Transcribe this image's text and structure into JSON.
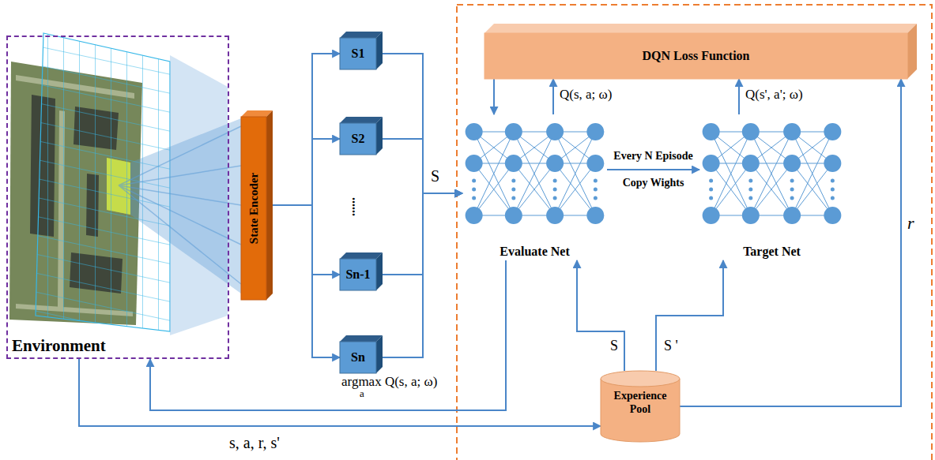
{
  "diagram": {
    "nodes": [
      {
        "text": [
          "Environment"
        ]
      },
      {
        "text": [
          "State Encoder"
        ]
      },
      {
        "text": [
          "S1"
        ]
      },
      {
        "text": [
          "S2"
        ]
      },
      {
        "text": [
          "Sn-1"
        ]
      },
      {
        "text": [
          "Sn"
        ]
      },
      {
        "text": [
          "DQN Loss Function"
        ]
      },
      {
        "text": [
          "Evaluate Net"
        ]
      },
      {
        "text": [
          "Target Net"
        ]
      },
      {
        "text": [
          "Experience Pool"
        ]
      }
    ],
    "edges": [
      {
        "from": 1,
        "to": 2,
        "arrow": "to"
      },
      {
        "from": 1,
        "to": 3,
        "arrow": "to"
      },
      {
        "from": 1,
        "to": 4,
        "arrow": "to"
      },
      {
        "from": 1,
        "to": 5,
        "arrow": "to"
      },
      {
        "from": 2,
        "to": 7,
        "label": "S",
        "arrow": "to"
      },
      {
        "from": 3,
        "to": 7,
        "arrow": "to"
      },
      {
        "from": 4,
        "to": 7,
        "arrow": "to"
      },
      {
        "from": 5,
        "to": 7,
        "arrow": "to"
      },
      {
        "from": 6,
        "to": 7,
        "arrow": "to"
      },
      {
        "from": 7,
        "to": 6,
        "label": "Q(s, a; ω)",
        "arrow": "to"
      },
      {
        "from": 8,
        "to": 6,
        "label": "Q(s', a'; ω)",
        "arrow": "to"
      },
      {
        "from": 7,
        "to": 8,
        "label": "Every N Episode Copy Wights",
        "arrow": "to"
      },
      {
        "from": 9,
        "to": 7,
        "label": "S",
        "arrow": "to"
      },
      {
        "from": 9,
        "to": 8,
        "label": "S '",
        "arrow": "to"
      },
      {
        "from": 9,
        "to": 6,
        "label": "r",
        "arrow": "to"
      },
      {
        "from": 0,
        "to": 9,
        "label": "s, a, r, s'",
        "arrow": "to"
      },
      {
        "from": 7,
        "to": 0,
        "label": "argmax Q(s, a; ω)",
        "arrow": "to"
      }
    ],
    "labels": [
      "......",
      "a"
    ]
  }
}
